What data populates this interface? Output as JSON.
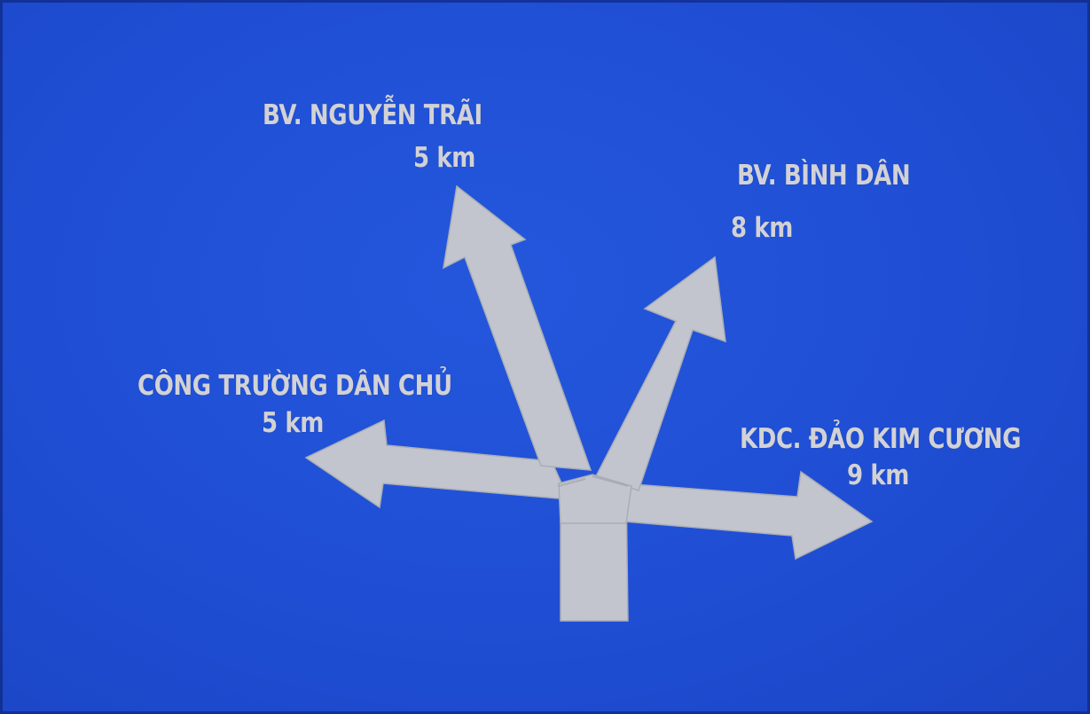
{
  "sign": {
    "background_color": "#1f4fd6",
    "arrow_color": "#c2c5cd",
    "text_color": "#d2d2d6",
    "destinations": [
      {
        "name": "BV. NGUYỄN TRÃI",
        "distance": "5 km",
        "direction": "up-left"
      },
      {
        "name": "BV. BÌNH DÂN",
        "distance": "8 km",
        "direction": "up-right"
      },
      {
        "name": "CÔNG TRƯỜNG DÂN CHỦ",
        "distance": "5 km",
        "direction": "left"
      },
      {
        "name": "KDC. ĐẢO KIM CƯƠNG",
        "distance": "9 km",
        "direction": "right"
      }
    ]
  }
}
